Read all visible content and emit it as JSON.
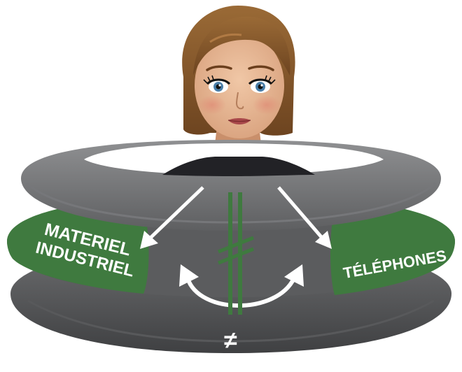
{
  "labels": {
    "left_line1": "MATERIEL",
    "left_line2": "INDUSTRIEL",
    "right": "TÉLÉPHONES",
    "bottom_symbol": "≠"
  },
  "colors": {
    "ring_dark": "#4a4b4d",
    "ring_mid": "#6a6b6d",
    "ring_light": "#8a8b8d",
    "green": "#3f7a3f",
    "green_dark": "#2f5f30",
    "hair": "#8a5a2b",
    "skin": "#e6b995"
  },
  "icons": {
    "arrows": [
      "arrow-down-left-icon",
      "arrow-down-right-icon",
      "curved-double-arrow-icon"
    ],
    "center": "not-equal-stripes-icon"
  }
}
